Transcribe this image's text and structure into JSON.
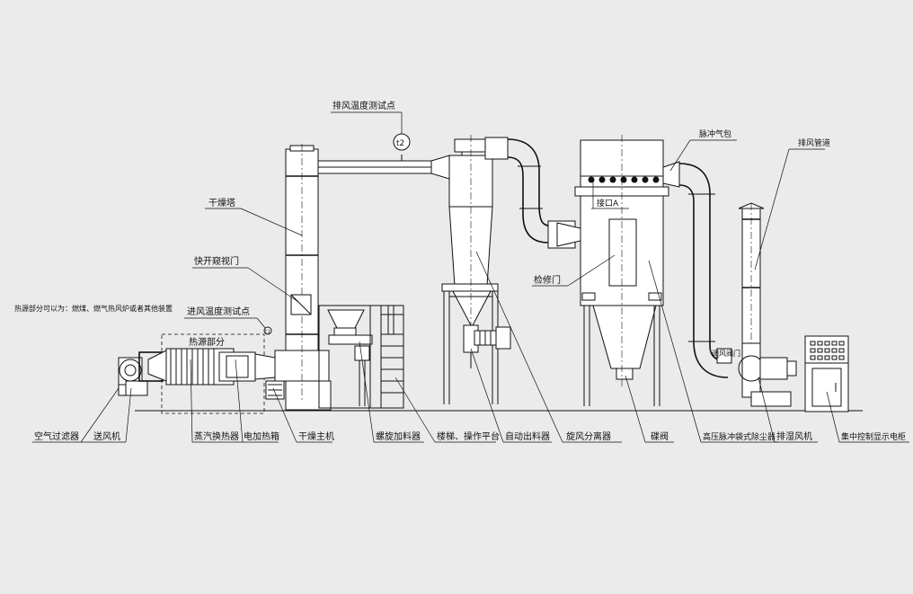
{
  "labels": {
    "exhaust_temp": "排风温度测试点",
    "t2": "t2",
    "t1": "t1",
    "drying_tower": "干燥塔",
    "quick_window": "快开窥视门",
    "heat_source_note": "热源部分可以为：燃煤、燃气热风炉或者其他装置",
    "inlet_temp": "进风温度测试点",
    "heat_source": "热源部分",
    "pulse_bag": "脉冲气包",
    "exhaust_duct": "排风管道",
    "interface_a": "接口A",
    "access_door": "检修门",
    "damper": "调风阀门",
    "bottom": {
      "air_filter": "空气过滤器",
      "blower": "送风机",
      "steam_hx": "蒸汽换热器",
      "electric_heater": "电加热箱",
      "main_dryer": "干燥主机",
      "screw_feeder": "螺旋加料器",
      "stairs_platform": "楼梯、操作平台",
      "auto_discharge": "自动出料器",
      "cyclone": "旋风分离器",
      "butterfly_valve": "碟阀",
      "bag_filter": "高压脉冲袋式除尘器",
      "exhaust_fan": "排湿风机",
      "control_cabinet": "集中控制显示电柜"
    }
  },
  "colors": {
    "background": "#ebebeb",
    "line": "#111111",
    "fill": "#ffffff"
  }
}
